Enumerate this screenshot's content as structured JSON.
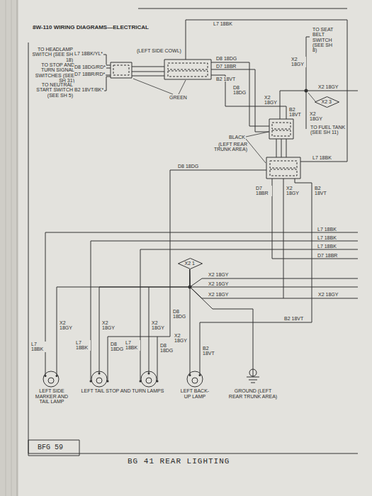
{
  "diagram": {
    "title": "8W-110 WIRING DIAGRAMS—ELECTRICAL",
    "caption": "BG 41 REAR LIGHTING",
    "nodes": [
      {
        "text": [
          "X2",
          "3"
        ]
      },
      {
        "text": [
          "X2",
          "1"
        ]
      },
      {
        "text": [
          "LEFT SIDE MARKER AND TAIL LAMP"
        ]
      },
      {
        "text": [
          "LEFT TAIL STOP AND TURN LAMPS"
        ]
      },
      {
        "text": [
          "LEFT BACK-UP LAMP"
        ]
      },
      {
        "text": [
          "GROUND (LEFT REAR TRUNK AREA)"
        ]
      }
    ],
    "edges": [
      {
        "from": 1,
        "to": 2,
        "arrow": "none"
      },
      {
        "from": 1,
        "to": 3,
        "arrow": "none"
      },
      {
        "from": 1,
        "to": 4,
        "arrow": "none"
      },
      {
        "from": 1,
        "to": 5,
        "arrow": "none"
      }
    ],
    "labels": [
      "TO HEADLAMP SWITCH (SEE SH 18)",
      "L7 18BK/YL*",
      "TO STOP AND TURN SIGNAL SWITCHES (SEE SH 31)",
      "D8 18DG/RD*",
      "D7 18BR/RD*",
      "TO NEUTRAL START SWITCH (SEE SH 5)",
      "B2 18VT/BK*",
      "(LEFT SIDE COWL)",
      "GREEN",
      "L7 18BK",
      "D8 18DG",
      "D7 18BR",
      "B2 18VT",
      "TO SEAT BELT SWITCH (SEE SH 8)",
      "X2 18GY",
      "X2 18GY",
      "D8 18DG",
      "X2 18GY",
      "B2 18VT",
      "X2 18GY",
      "TO FUEL TANK (SEE SH 11)",
      "BLACK",
      "(LEFT REAR TRUNK AREA)",
      "L7 18BK",
      "D8 18DG",
      "D7 18BR",
      "X2 18GY",
      "B2 18VT",
      "L7 18BK",
      "L7 18BK",
      "L7 18BK",
      "D7 18BR",
      "X2 18GY",
      "X2 16GY",
      "X2 18GY",
      "X2 18GY",
      "B2 18VT",
      "X2 18GY",
      "L7 18BK",
      "X2 18GY",
      "D8 18DG",
      "X2 18GY",
      "L7 18BK",
      "D8 18DG",
      "L7 18BK",
      "D8 18DG",
      "X2 18GY",
      "B2 18VT",
      "BFG 59"
    ]
  }
}
